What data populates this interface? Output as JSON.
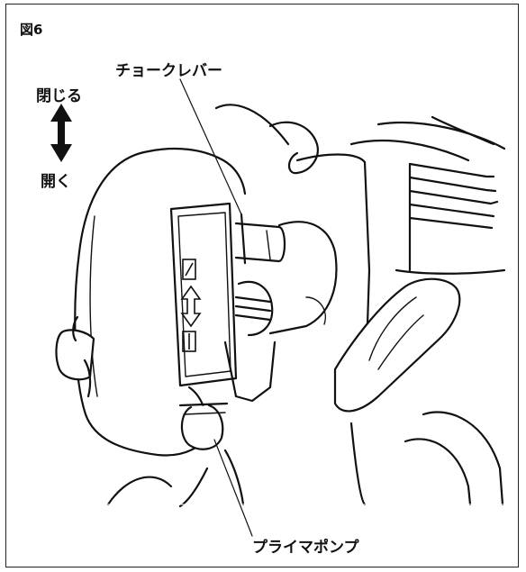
{
  "figure": {
    "label": "図6"
  },
  "callouts": {
    "choke_lever": "チョークレバー",
    "close": "閉じる",
    "open": "開く",
    "primer_pump": "プライマポンプ"
  },
  "icons": {
    "direction_arrow": "double-vertical-arrow-icon",
    "choke_closed_symbol": "choke-closed-icon",
    "choke_open_symbol": "choke-open-icon",
    "switch_arrow": "double-vertical-outline-arrow-icon"
  }
}
